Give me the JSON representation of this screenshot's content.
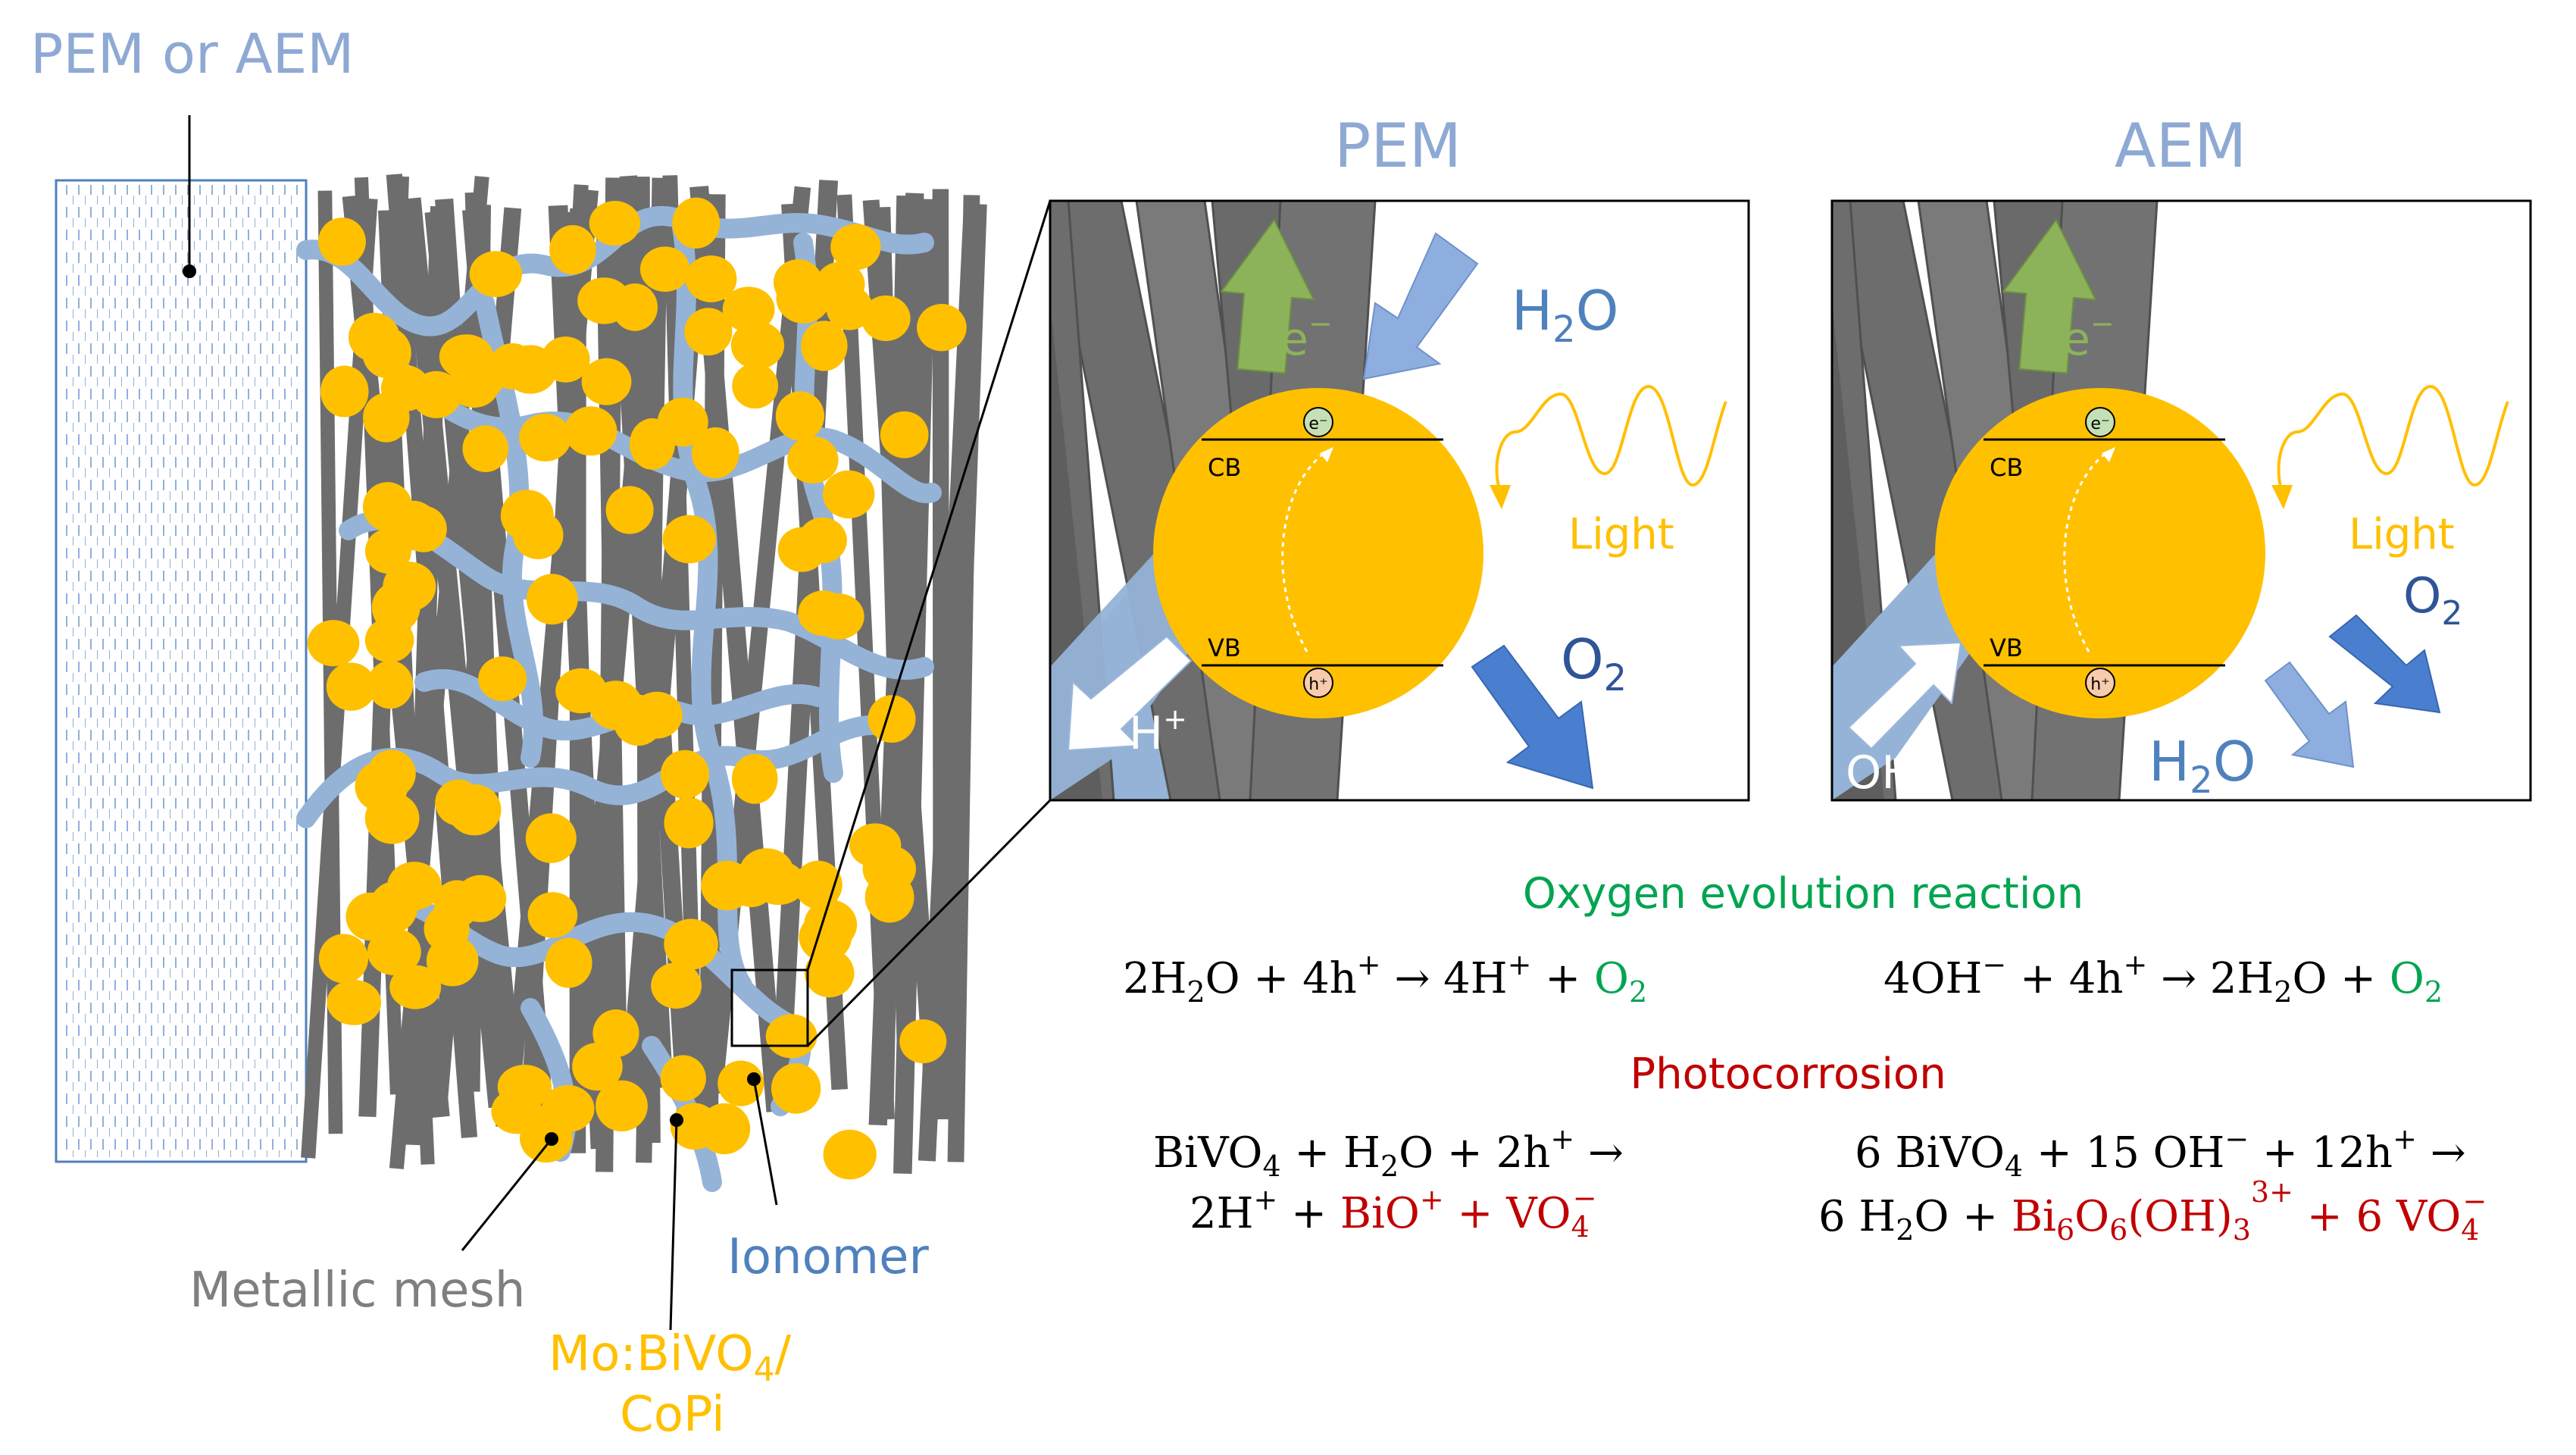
{
  "labels": {
    "membrane_title": "PEM or AEM",
    "metallic_mesh": "Metallic mesh",
    "ionomer": "Ionomer",
    "catalyst_line1": "Mo:BiVO",
    "catalyst_sub": "4",
    "catalyst_slash": "/",
    "catalyst_line2": "CoPi"
  },
  "panels": {
    "pem": {
      "title": "PEM",
      "electron": "e",
      "electron_sup": "−",
      "water": "H",
      "water_sub": "2",
      "water_o": "O",
      "light": "Light",
      "oxygen": "O",
      "oxygen_sub": "2",
      "cb": "CB",
      "vb": "VB",
      "e_symbol": "e⁻",
      "h_symbol": "h⁺",
      "ion": "H",
      "ion_sup": "+"
    },
    "aem": {
      "title": "AEM",
      "electron": "e",
      "electron_sup": "−",
      "light": "Light",
      "oxygen": "O",
      "oxygen_sub": "2",
      "cb": "CB",
      "vb": "VB",
      "e_symbol": "e⁻",
      "h_symbol": "h⁺",
      "ion": "OH",
      "ion_sup": "−",
      "water": "H",
      "water_sub": "2",
      "water_o": "O"
    }
  },
  "reactions": {
    "oer_title": "Oxygen evolution reaction",
    "oer_pem": {
      "a": "2H",
      "a_sub": "2",
      "b": "O + 4h",
      "b_sup": "+",
      "c": " → 4H",
      "c_sup": "+",
      "d": " + ",
      "o": "O",
      "o_sub": "2"
    },
    "oer_aem": {
      "a": "4OH",
      "a_sup": "−",
      "b": " + 4h",
      "b_sup": "+",
      "c": " → 2H",
      "c_sub": "2",
      "d": "O + ",
      "o": "O",
      "o_sub": "2"
    },
    "photo_title": "Photocorrosion",
    "photo_pem_l1": {
      "a": "BiVO",
      "a_sub": "4",
      "b": " + H",
      "b_sub": "2",
      "c": "O + 2h",
      "c_sup": "+",
      "d": " →"
    },
    "photo_pem_l2": {
      "a": "2H",
      "a_sup": "+",
      "b": " + ",
      "r1": "BiO",
      "r1_sup": "+",
      "r2": " + VO",
      "r2_sub": "4",
      "r2_sup": "−"
    },
    "photo_aem_l1": {
      "a": "6 BiVO",
      "a_sub": "4",
      "b": " + 15 OH",
      "b_sup": "−",
      "c": " + 12h",
      "c_sup": "+",
      "d": " →"
    },
    "photo_aem_l2": {
      "a": "6 H",
      "a_sub": "2",
      "b": "O + ",
      "r1": "Bi",
      "r1_sub": "6",
      "r2": "O",
      "r2_sub": "6",
      "r3": "(OH)",
      "r3_sub": "3",
      "r3_sup": "3+",
      "r4": " + 6 VO",
      "r4_sub": "4",
      "r4_sup": "−"
    }
  },
  "colors": {
    "membrane_blue": "#4f81bd",
    "ionomer": "#95b3d7",
    "mesh_gray": "#6d6d6d",
    "particle_yellow": "#ffc000",
    "electron_green": "#8db35a",
    "oer_green": "#00a550",
    "photo_red": "#c00000",
    "o2_arrow": "#4a7fcf",
    "title_blue": "#8ea9d3"
  }
}
